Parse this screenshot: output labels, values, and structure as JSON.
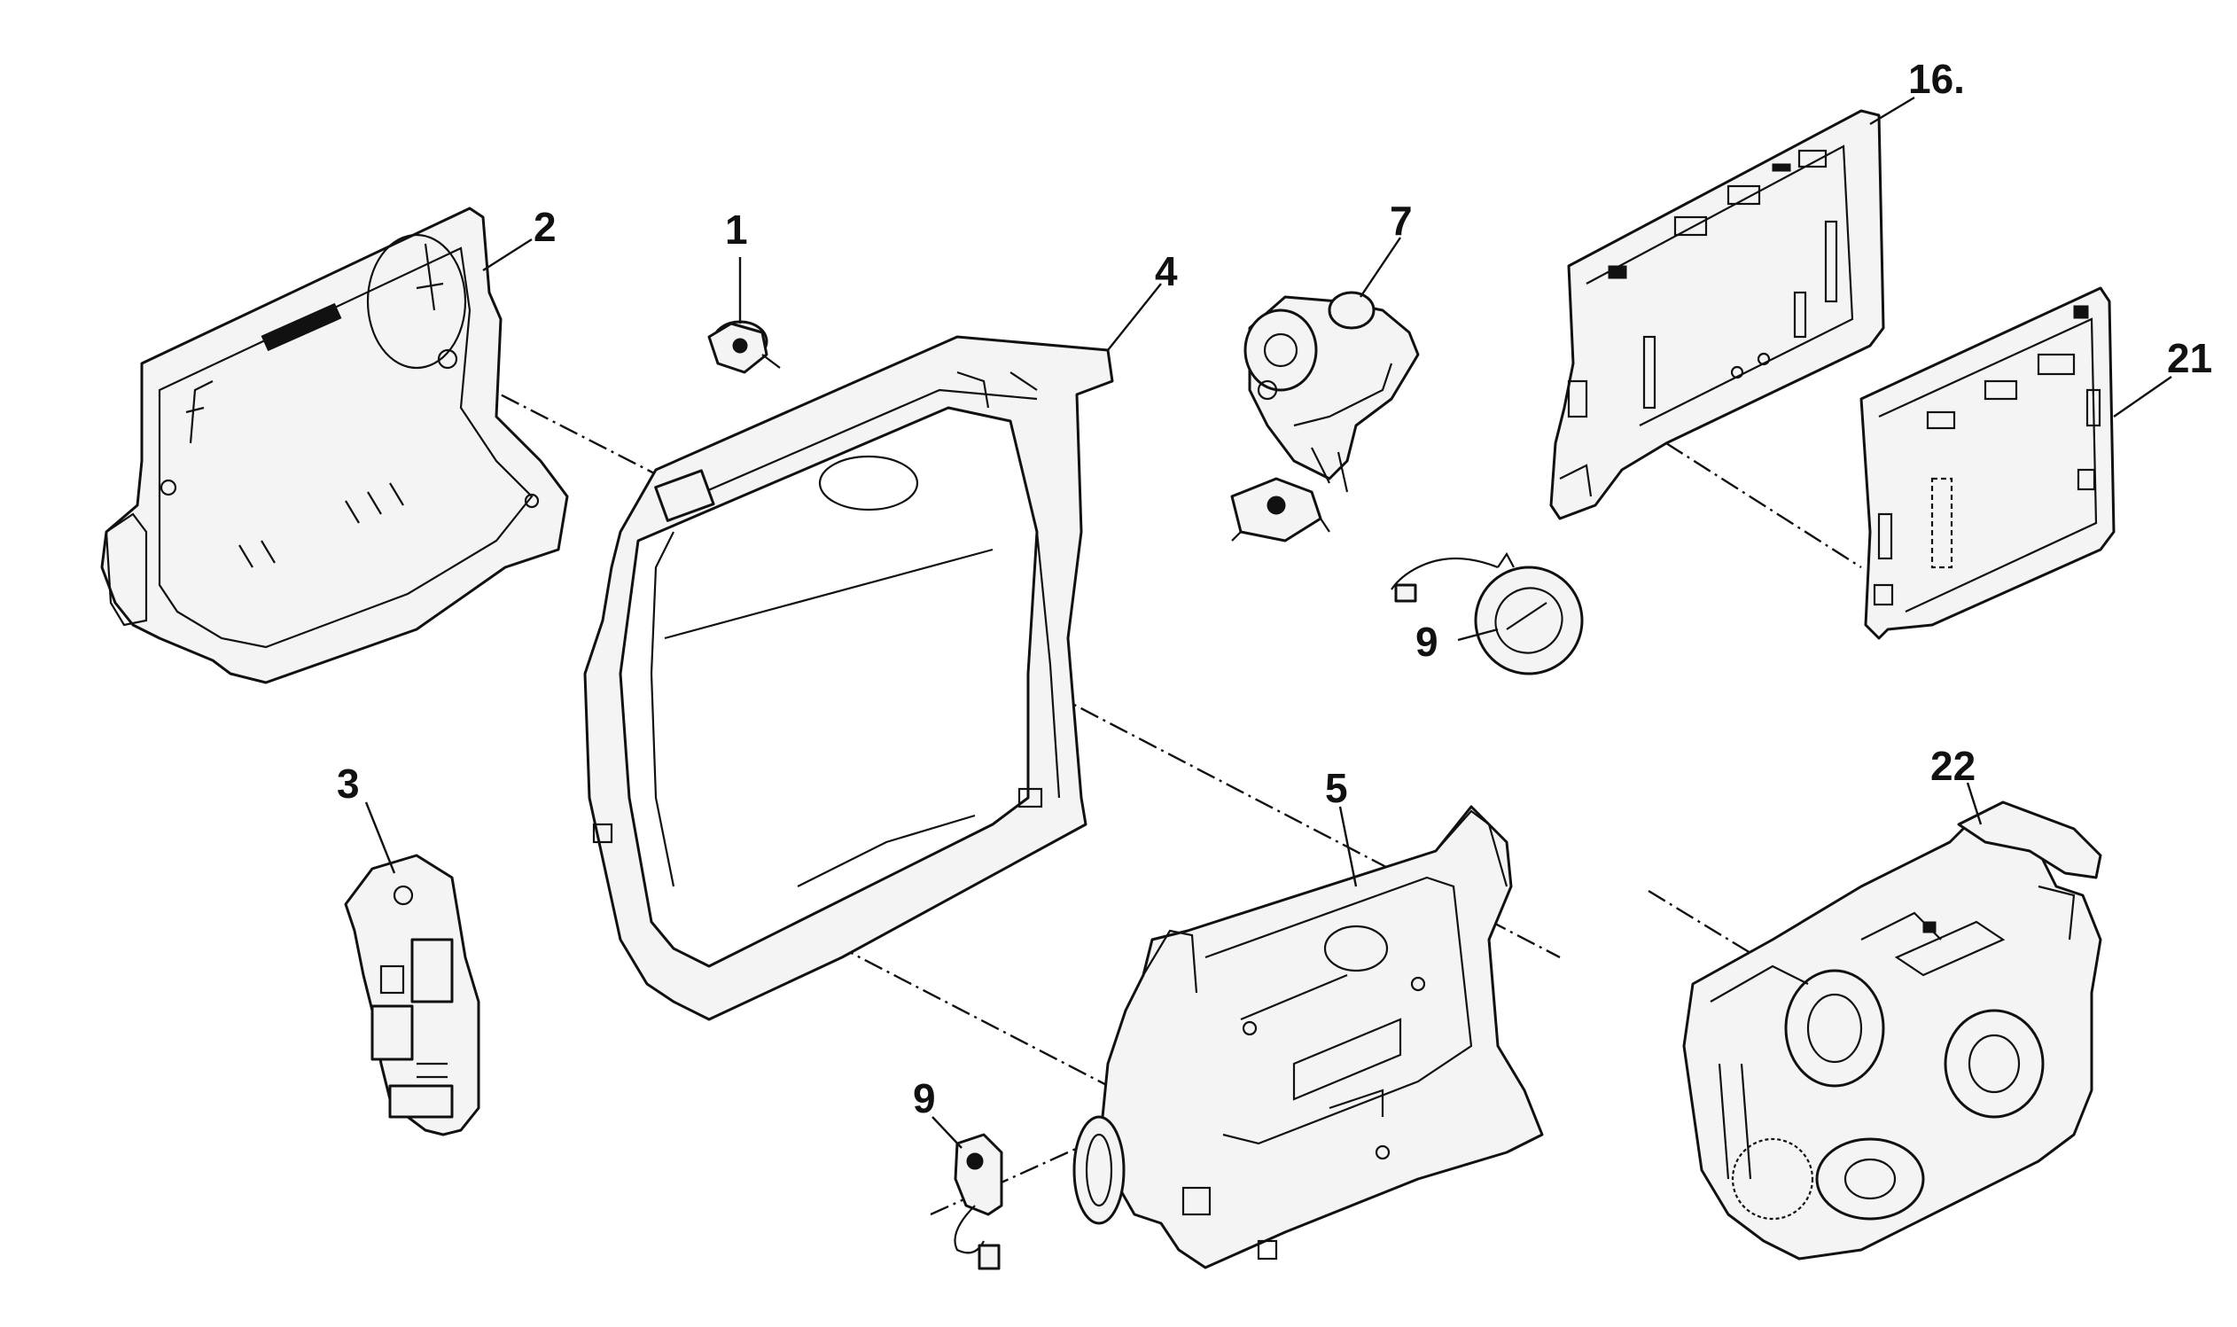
{
  "parts": [
    {
      "id": "1",
      "label": "1"
    },
    {
      "id": "2",
      "label": "2"
    },
    {
      "id": "3",
      "label": "3"
    },
    {
      "id": "4",
      "label": "4"
    },
    {
      "id": "5",
      "label": "5"
    },
    {
      "id": "7",
      "label": "7"
    },
    {
      "id": "9a",
      "label": "9"
    },
    {
      "id": "9b",
      "label": "9"
    },
    {
      "id": "16",
      "label": "16."
    },
    {
      "id": "21",
      "label": "21"
    },
    {
      "id": "22",
      "label": "22"
    }
  ]
}
